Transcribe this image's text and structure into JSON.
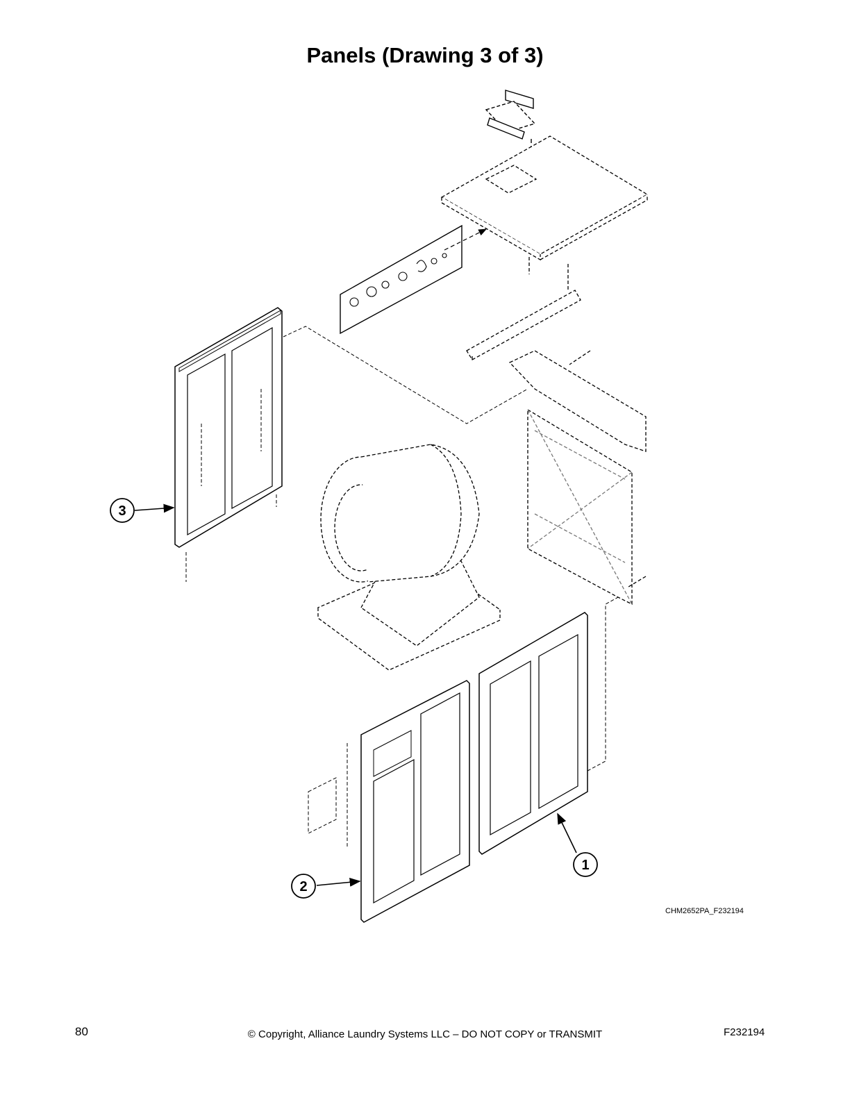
{
  "page": {
    "title": "Panels (Drawing 3 of 3)",
    "figure_id": "CHM2652PA_F232194",
    "page_number": "80",
    "copyright": "© Copyright, Alliance Laundry Systems LLC – DO NOT COPY or TRANSMIT",
    "document_id": "F232194"
  },
  "callouts": [
    {
      "label": "1",
      "part": "front-right-panel"
    },
    {
      "label": "2",
      "part": "front-left-panel"
    },
    {
      "label": "3",
      "part": "side-panel"
    }
  ],
  "colors": {
    "line": "#000000",
    "panel_fill": "#ffffff",
    "hidden_line": "#555555"
  }
}
